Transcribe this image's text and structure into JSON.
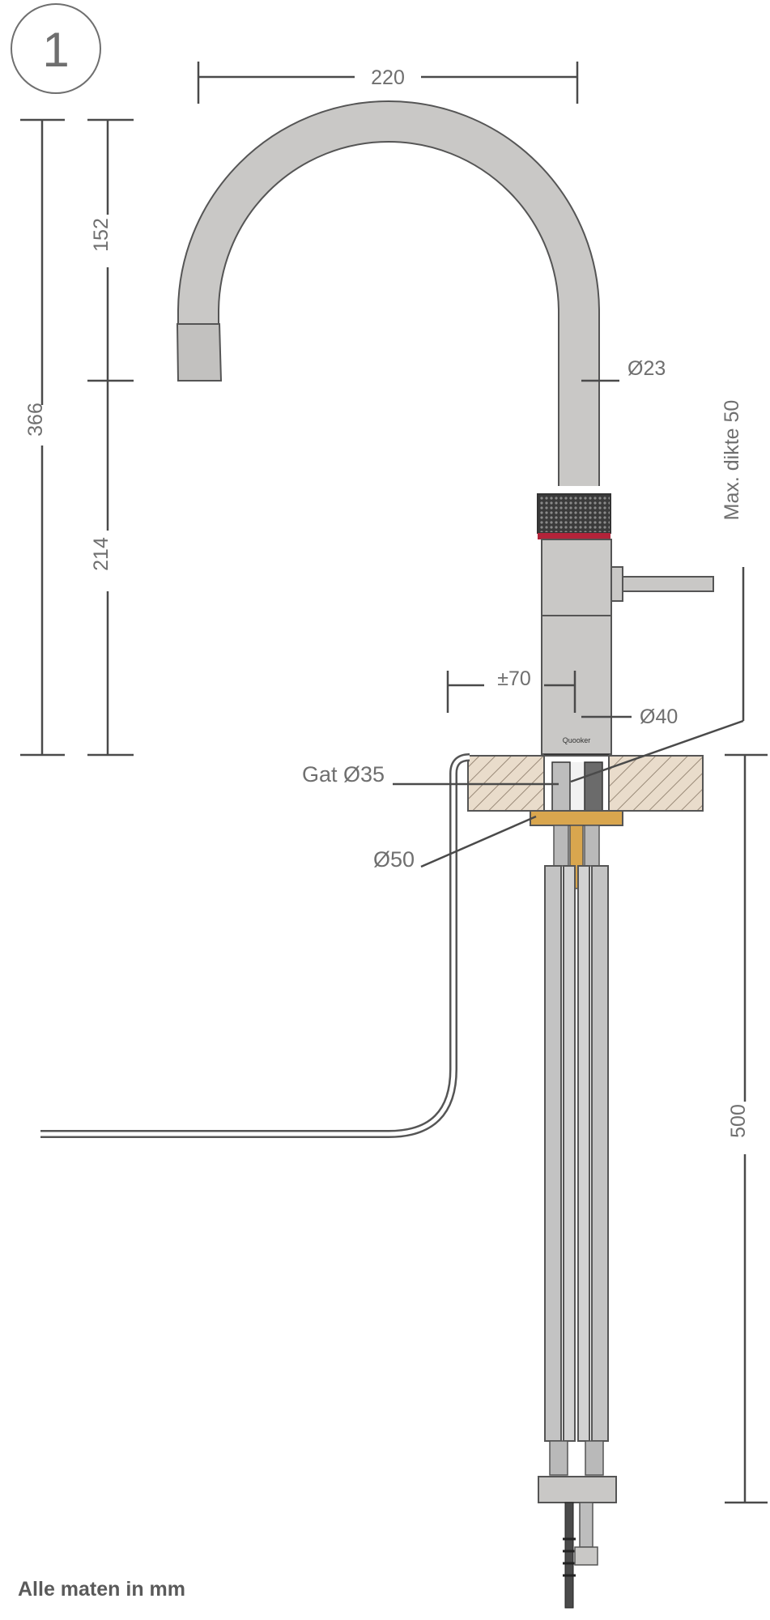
{
  "figure_number": "1",
  "brand": "Quooker",
  "dimensions": {
    "spout_reach": "220",
    "total_height": "366",
    "spout_height": "152",
    "body_height": "214",
    "tube_diameter": "Ø23",
    "max_thickness": "Max. dikte 50",
    "offset": "±70",
    "body_diameter": "Ø40",
    "hole": "Gat Ø35",
    "plate_diameter": "Ø50",
    "underside_length": "500"
  },
  "footnote": "Alle maten in mm",
  "colors": {
    "chrome": "#c9c8c6",
    "outline": "#555555",
    "wood": "#e9dccb",
    "brass": "#d9a64e",
    "accent": "#b3243a",
    "dim_line": "#4a4a4a"
  }
}
